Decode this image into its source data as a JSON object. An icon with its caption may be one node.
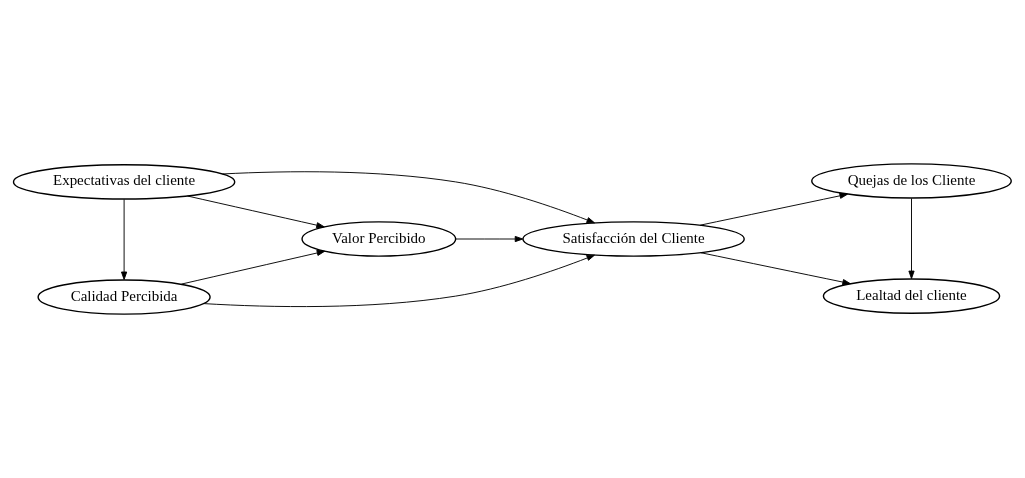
{
  "diagram": {
    "nodes": [
      {
        "text": [
          "Calidad Percibida"
        ]
      },
      {
        "text": [
          "Expectativas del cliente"
        ]
      },
      {
        "text": [
          "Valor Percibido"
        ]
      },
      {
        "text": [
          "Satisfacción del Cliente"
        ]
      },
      {
        "text": [
          "Quejas de los Cliente"
        ]
      },
      {
        "text": [
          "Lealtad del cliente"
        ]
      }
    ],
    "edges": [
      {
        "from": 1,
        "to": 0,
        "arrow": "to"
      },
      {
        "from": 0,
        "to": 2,
        "arrow": "to"
      },
      {
        "from": 0,
        "to": 3,
        "arrow": "to"
      },
      {
        "from": 1,
        "to": 2,
        "arrow": "to"
      },
      {
        "from": 1,
        "to": 3,
        "arrow": "to"
      },
      {
        "from": 2,
        "to": 3,
        "arrow": "to"
      },
      {
        "from": 3,
        "to": 4,
        "arrow": "to"
      },
      {
        "from": 3,
        "to": 5,
        "arrow": "to"
      },
      {
        "from": 4,
        "to": 5,
        "arrow": "to"
      }
    ]
  }
}
